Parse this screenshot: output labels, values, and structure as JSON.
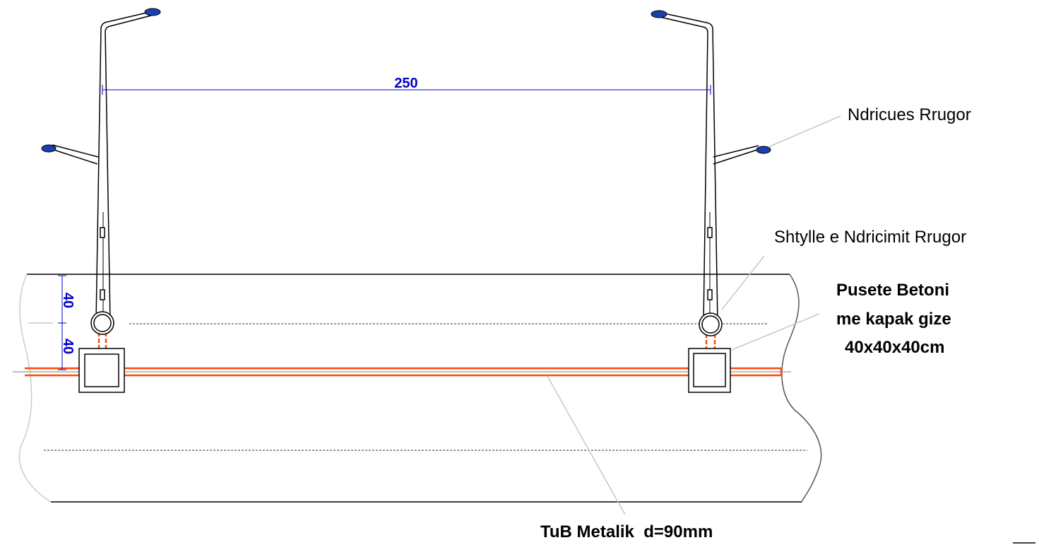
{
  "colors": {
    "line": "#000000",
    "dimension": "#0000cc",
    "cable": "#ff4a0a",
    "leader": "#c8c8c8",
    "edge": "#bbbbbb",
    "lamp": "#1a3fb0"
  },
  "dimensions": {
    "span": "250",
    "offset_top": "40",
    "offset_bottom": "40"
  },
  "labels": {
    "street_light": "Ndricues Rrugor",
    "pole": "Shtylle e Ndricimit Rrugor",
    "manhole_line1": "Pusete Betoni",
    "manhole_line2": "me kapak gize",
    "manhole_line3": "40x40x40cm",
    "pipe": "TuB Metalik  d=90mm"
  }
}
